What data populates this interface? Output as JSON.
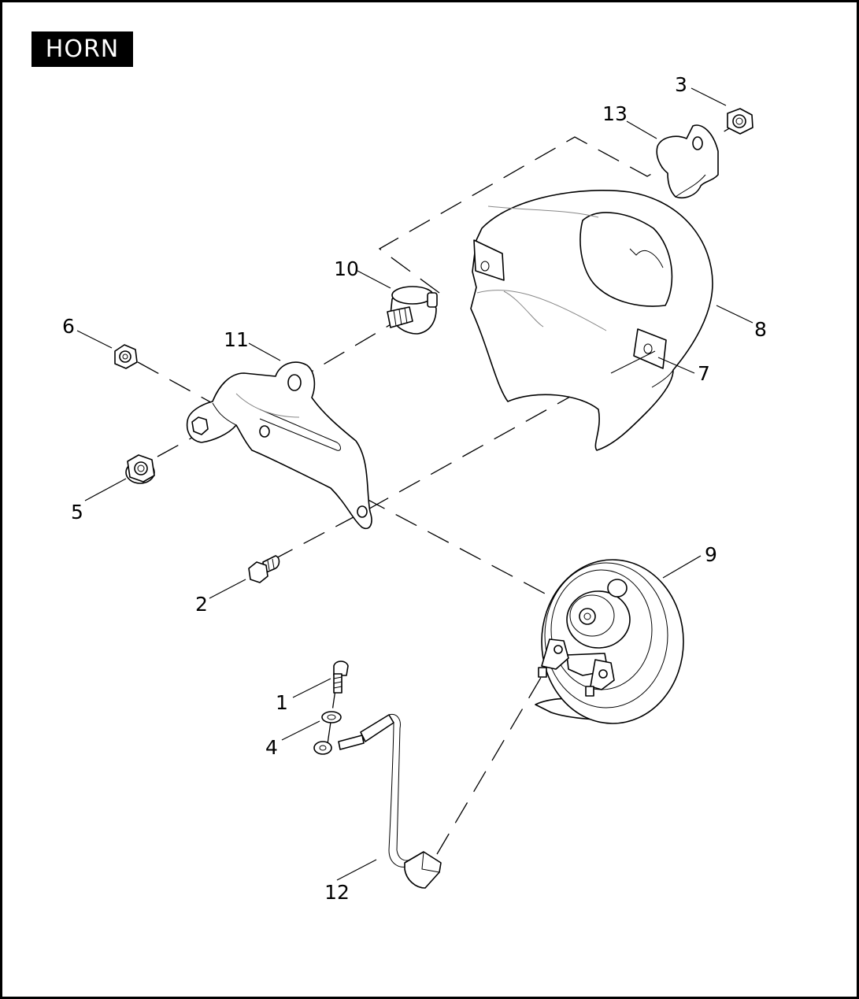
{
  "title": "HORN",
  "callouts": [
    "1",
    "2",
    "3",
    "4",
    "5",
    "6",
    "7",
    "8",
    "9",
    "10",
    "11",
    "12",
    "13"
  ]
}
